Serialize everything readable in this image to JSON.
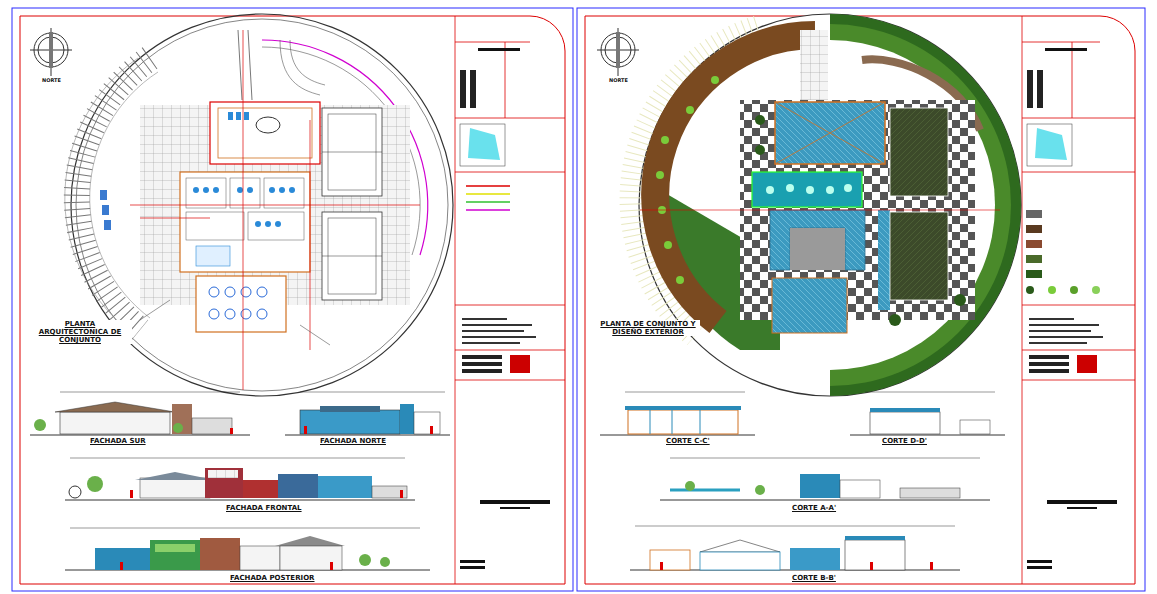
{
  "diagram": {
    "labels": [
      "NORTE",
      "PLANTA ARQUITECTONICA DE CONJUNTO",
      "FACHADA SUR",
      "FACHADA NORTE",
      "FACHADA FRONTAL",
      "FACHADA POSTERIOR",
      "NORTE",
      "PLANTA DE CONJUNTO Y DISEÑO EXTERIOR",
      "CORTE C-C'",
      "CORTE D-D'",
      "CORTE A-A'",
      "CORTE B-B'"
    ]
  }
}
